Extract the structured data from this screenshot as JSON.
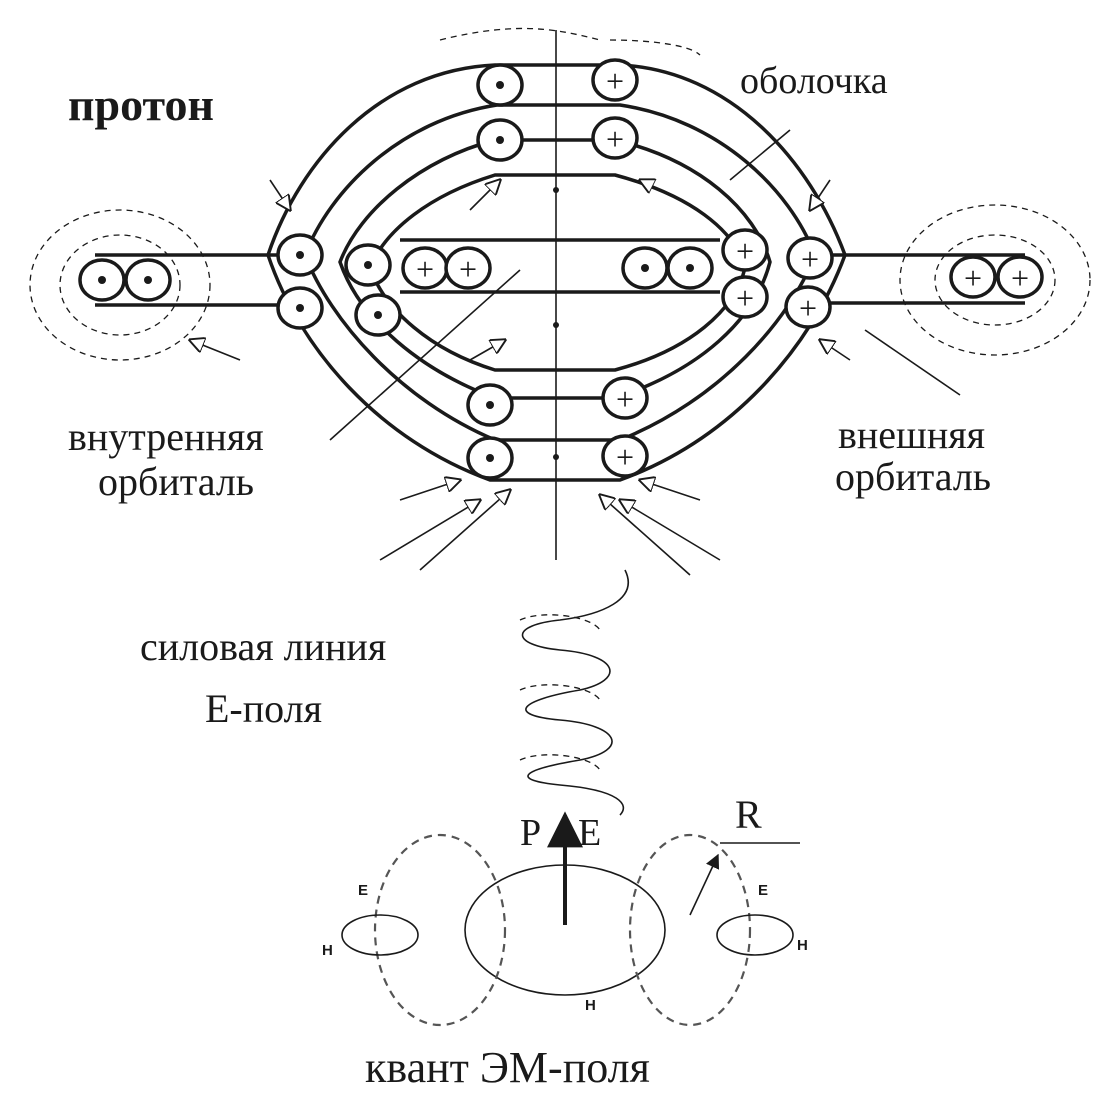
{
  "labels": {
    "proton": "протон",
    "shell": "оболочка",
    "inner_orbital_1": "внутренняя",
    "inner_orbital_2": "орбиталь",
    "outer_orbital_1": "внешняя",
    "outer_orbital_2": "орбиталь",
    "field_line_1": "силовая линия",
    "field_line_2": "Е-поля",
    "quantum": "квант ЭМ-поля",
    "P": "P",
    "E_vec": "E",
    "R": "R",
    "E_left": "E",
    "H_left": "H",
    "H_bottom": "H",
    "E_right": "E",
    "H_right": "H"
  },
  "symbols": {
    "plus": "+",
    "dot": "•"
  },
  "colors": {
    "ink": "#1a1a1a",
    "background": "#ffffff"
  }
}
